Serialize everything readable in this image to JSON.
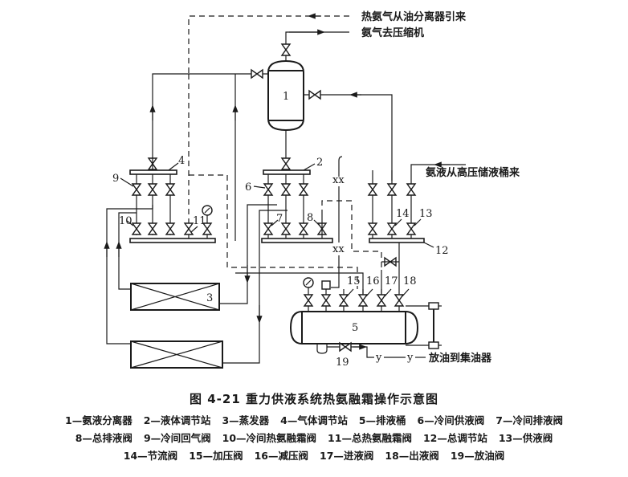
{
  "annotations": {
    "hot_gas_source": "热氨气从油分离器引来",
    "gas_to_compressor": "氨气去压缩机",
    "liquid_from_receiver": "氨液从高压储液桶来",
    "oil_drain": "放油到集油器",
    "oil_line_marker": "y",
    "xx_marker": "xx"
  },
  "component_numbers": [
    "1",
    "2",
    "3",
    "4",
    "5",
    "6",
    "7",
    "8",
    "9",
    "10",
    "11",
    "12",
    "13",
    "14",
    "15",
    "16",
    "17",
    "18",
    "19"
  ],
  "figure": {
    "title": "图 4-21    重力供液系统热氨融霜操作示意图"
  },
  "legend": {
    "rows": [
      [
        "1—氨液分离器",
        "2—液体调节站",
        "3—蒸发器",
        "4—气体调节站",
        "5—排液桶",
        "6—冷间供液阀",
        "7—冷间排液阀"
      ],
      [
        "8—总排液阀",
        "9—冷间回气阀",
        "10—冷间热氨融霜阀",
        "11—总热氨融霜阀",
        "12—总调节站",
        "13—供液阀"
      ],
      [
        "14—节流阀",
        "15—加压阀",
        "16—减压阀",
        "17—进液阀",
        "18—出液阀",
        "19—放油阀"
      ]
    ]
  }
}
